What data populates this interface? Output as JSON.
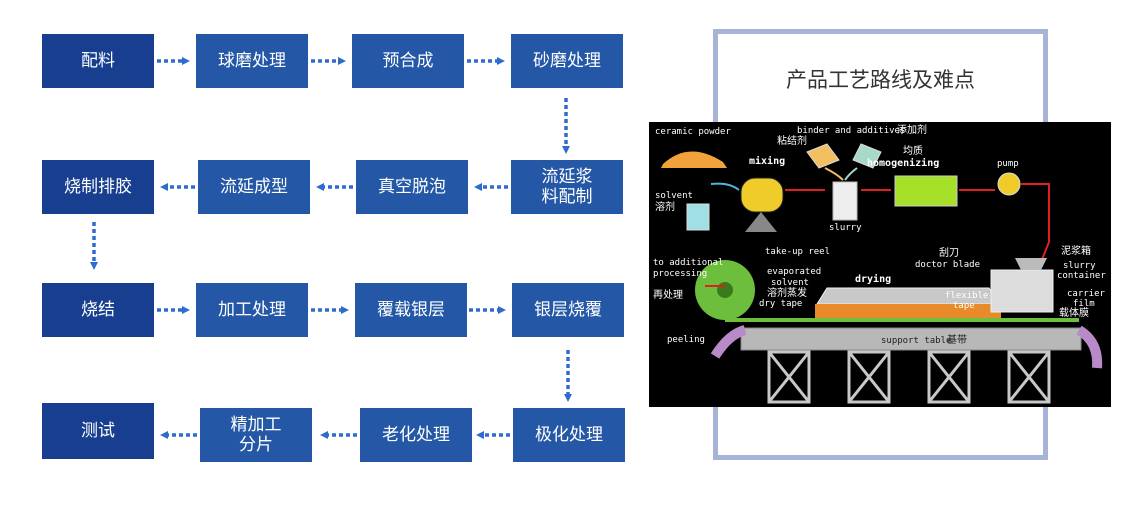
{
  "flow": {
    "steps": [
      {
        "id": "s1",
        "label": "配料"
      },
      {
        "id": "s2",
        "label": "球磨处理"
      },
      {
        "id": "s3",
        "label": "预合成"
      },
      {
        "id": "s4",
        "label": "砂磨处理"
      },
      {
        "id": "s5",
        "label": "流延浆\n料配制"
      },
      {
        "id": "s6",
        "label": "真空脱泡"
      },
      {
        "id": "s7",
        "label": "流延成型"
      },
      {
        "id": "s8",
        "label": "烧制排胶"
      },
      {
        "id": "s9",
        "label": "烧结"
      },
      {
        "id": "s10",
        "label": "加工处理"
      },
      {
        "id": "s11",
        "label": "覆载银层"
      },
      {
        "id": "s12",
        "label": "银层烧覆"
      },
      {
        "id": "s13",
        "label": "极化处理"
      },
      {
        "id": "s14",
        "label": "老化处理"
      },
      {
        "id": "s15",
        "label": "精加工\n分片"
      },
      {
        "id": "s16",
        "label": "测试"
      }
    ]
  },
  "panel": {
    "title": "产品工艺路线及难点"
  },
  "illustration": {
    "labels": {
      "ceramic_powder": "ceramic powder",
      "binder": "binder and additives",
      "binder_cn1": "添加剂",
      "binder_cn2": "粘结剂",
      "mixing": "mixing",
      "homogenizing_cn": "均质",
      "homogenizing": "homogenizing",
      "pump": "pump",
      "solvent": "solvent",
      "solvent_cn": "溶剂",
      "slurry": "slurry",
      "takeup": "take-up reel",
      "to_processing1": "to additional",
      "to_processing2": "processing",
      "to_processing_cn": "再处理",
      "evaporated1": "evaporated",
      "evaporated2": "solvent",
      "evaporated_cn": "溶剂蒸发",
      "drytape": "dry tape",
      "drying": "drying",
      "blade_cn": "刮刀",
      "blade": "doctor blade",
      "slurrybox_cn": "泥浆箱",
      "slurry2": "slurry",
      "container": "container",
      "flexible": "flexible",
      "tape": "tape",
      "carrier": "carrier",
      "film": "film",
      "film_cn": "载体膜",
      "peeling": "peeling",
      "support": "support table",
      "support_cn": "基带"
    }
  },
  "colors": {
    "step": "#2458a6",
    "step_dark": "#183f8f",
    "arrow": "#2e6bd1",
    "panel_border": "#a7b3d7"
  }
}
